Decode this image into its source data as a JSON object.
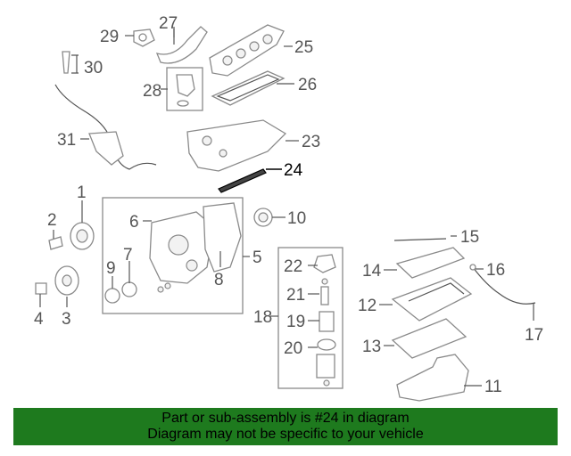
{
  "callouts": {
    "c1": "1",
    "c2": "2",
    "c3": "3",
    "c4": "4",
    "c5": "5",
    "c6": "6",
    "c7": "7",
    "c8": "8",
    "c9": "9",
    "c10": "10",
    "c11": "11",
    "c12": "12",
    "c13": "13",
    "c14": "14",
    "c15": "15",
    "c16": "16",
    "c17": "17",
    "c18": "18",
    "c19": "19",
    "c20": "20",
    "c21": "21",
    "c22": "22",
    "c23": "23",
    "c24": "24",
    "c25": "25",
    "c26": "26",
    "c27": "27",
    "c28": "28",
    "c29": "29",
    "c30": "30",
    "c31": "31"
  },
  "highlight": {
    "part": "24",
    "color": "#000000"
  },
  "banner": {
    "line1": "Part or sub-assembly is #24 in diagram",
    "line2": "Diagram may not be specific to your vehicle",
    "color": "#1e7a1e"
  }
}
